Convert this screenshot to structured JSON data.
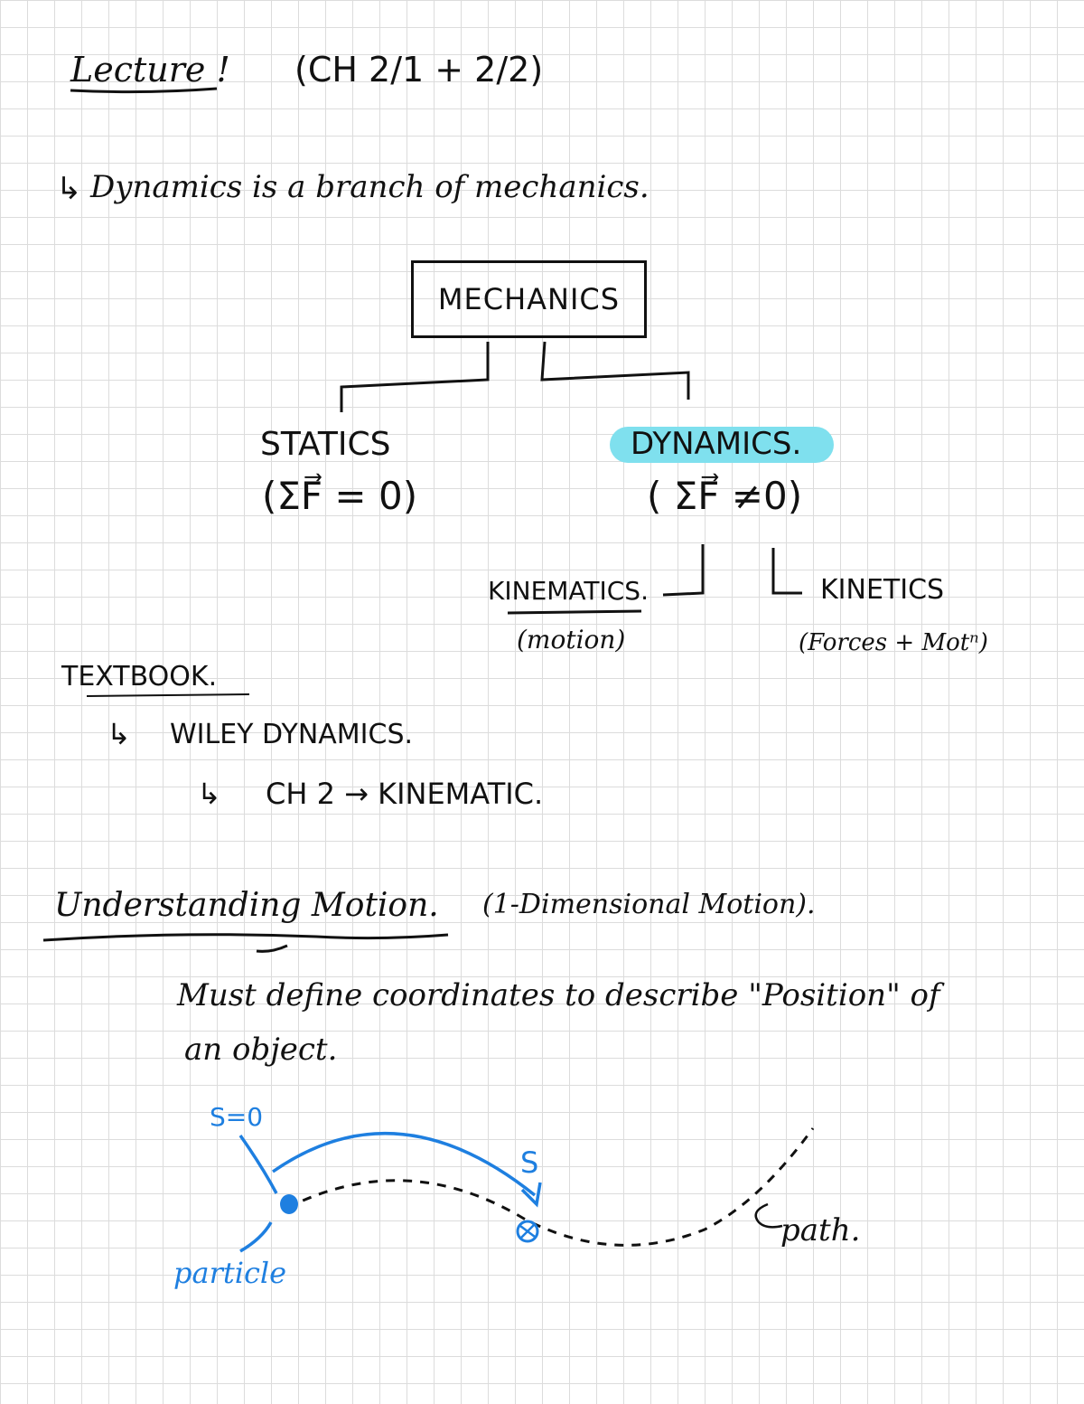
{
  "header": {
    "title": "Lecture !",
    "chapter": "(CH 2/1 + 2/2)"
  },
  "intro": {
    "bullet": "Dynamics is a branch of mechanics."
  },
  "diagram": {
    "root": "MECHANICS",
    "statics": {
      "label": "STATICS",
      "equation": "(ΣF⃗ = 0)"
    },
    "dynamics": {
      "label": "DYNAMICS.",
      "equation": "( ΣF⃗ ≠0)"
    },
    "kinematics": {
      "label": "KINEMATICS.",
      "note": "(motion)"
    },
    "kinetics": {
      "label": "KINETICS",
      "note": "(Forces + Motⁿ)"
    }
  },
  "textbook": {
    "heading": "TEXTBOOK.",
    "book": "WILEY DYNAMICS.",
    "chapter_note": "CH 2 → KINEMATIC."
  },
  "section": {
    "heading": "Understanding Motion.",
    "subheading": "(1-Dimensional Motion).",
    "body_line1": "Must define coordinates to describe \"Position\" of",
    "body_line2": "an object."
  },
  "sketch": {
    "origin_label": "S=0",
    "position_label": "S",
    "particle_label": "particle",
    "path_label": "path.",
    "ink_color": "#111111",
    "accent_color": "#1e7fe0",
    "highlight_color": "#7fe0ee"
  }
}
